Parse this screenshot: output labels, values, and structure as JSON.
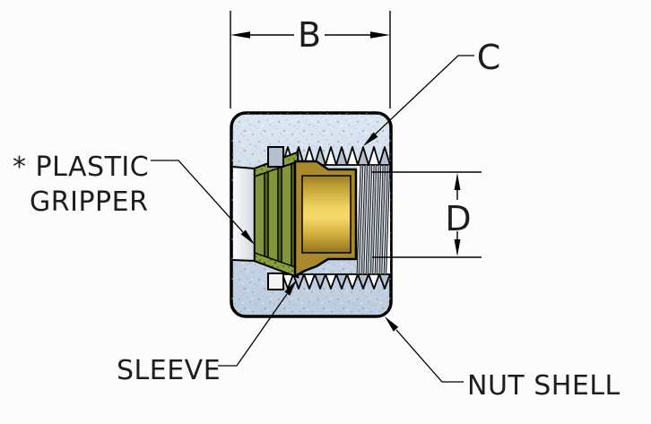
{
  "diagram": {
    "dimension_labels": {
      "b": "B",
      "c": "C",
      "d": "D"
    },
    "part_labels": {
      "plastic_gripper_line1": "* PLASTIC",
      "plastic_gripper_line2": "GRIPPER",
      "sleeve": "SLEEVE",
      "nut_shell": "NUT SHELL"
    },
    "colors": {
      "background": "#fcfcfd",
      "line": "#000000",
      "text": "#1d1d1d",
      "nut_shell_blue_light": "#dde7f2",
      "nut_shell_blue": "#c0d0e1",
      "speckle_blue": "#7e94ad",
      "thread_gray": "#a3aebc",
      "tooth_gray": "#b6c0cd",
      "thread_light": "#ffffff",
      "gripper_green": "#76882f",
      "gripper_green_light": "#84963c",
      "gripper_green_dark": "#55661f",
      "gripper_speckle": "#8aa03c",
      "brass_dark": "#a8892b",
      "brass_light": "#f0d465",
      "key_square_gray": "#b4bfcc"
    }
  }
}
